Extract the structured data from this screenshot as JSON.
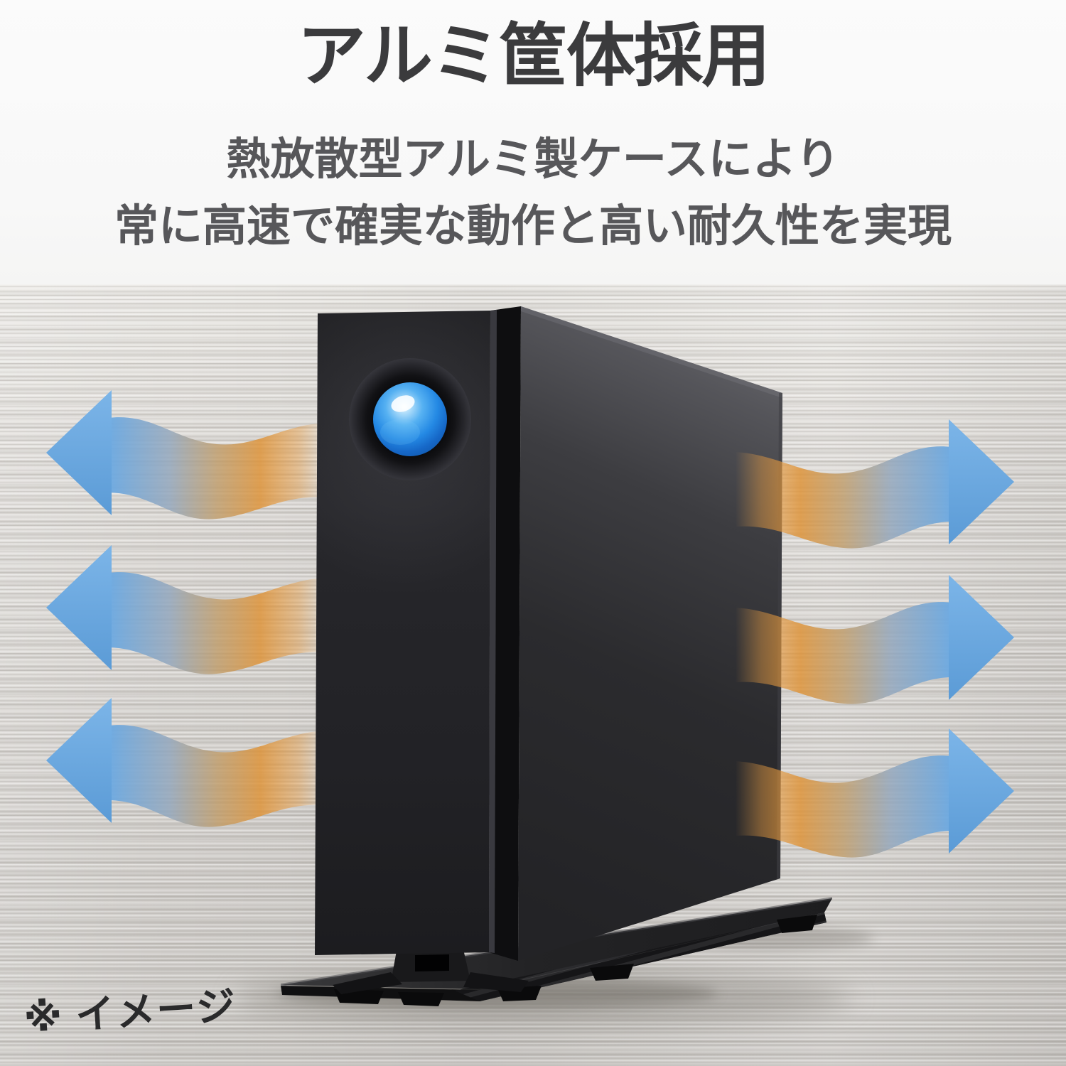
{
  "header": {
    "title": "アルミ筐体採用",
    "subtitle_line1": "熱放散型アルミ製ケースにより",
    "subtitle_line2": "常に高速で確実な動作と高い耐久性を実現"
  },
  "caption": {
    "note": "※ イメージ"
  },
  "illustration": {
    "subject": "desktop-external-hard-drive-on-stand",
    "led_orb_color": "#2489e4",
    "airflow_arrows": {
      "left_count": 3,
      "right_count": 3,
      "hot_air_color": "#e0953c",
      "cool_air_color": "#6ba9e2",
      "direction": "heat-flowing-outward"
    }
  },
  "colors": {
    "top_background": "#fafafa",
    "metal_background": "#d5d2ce",
    "title_text": "#3b3b3d",
    "subtitle_text": "#57575a",
    "caption_text": "#2a2a2b",
    "device_body": "#2a2a2d"
  }
}
